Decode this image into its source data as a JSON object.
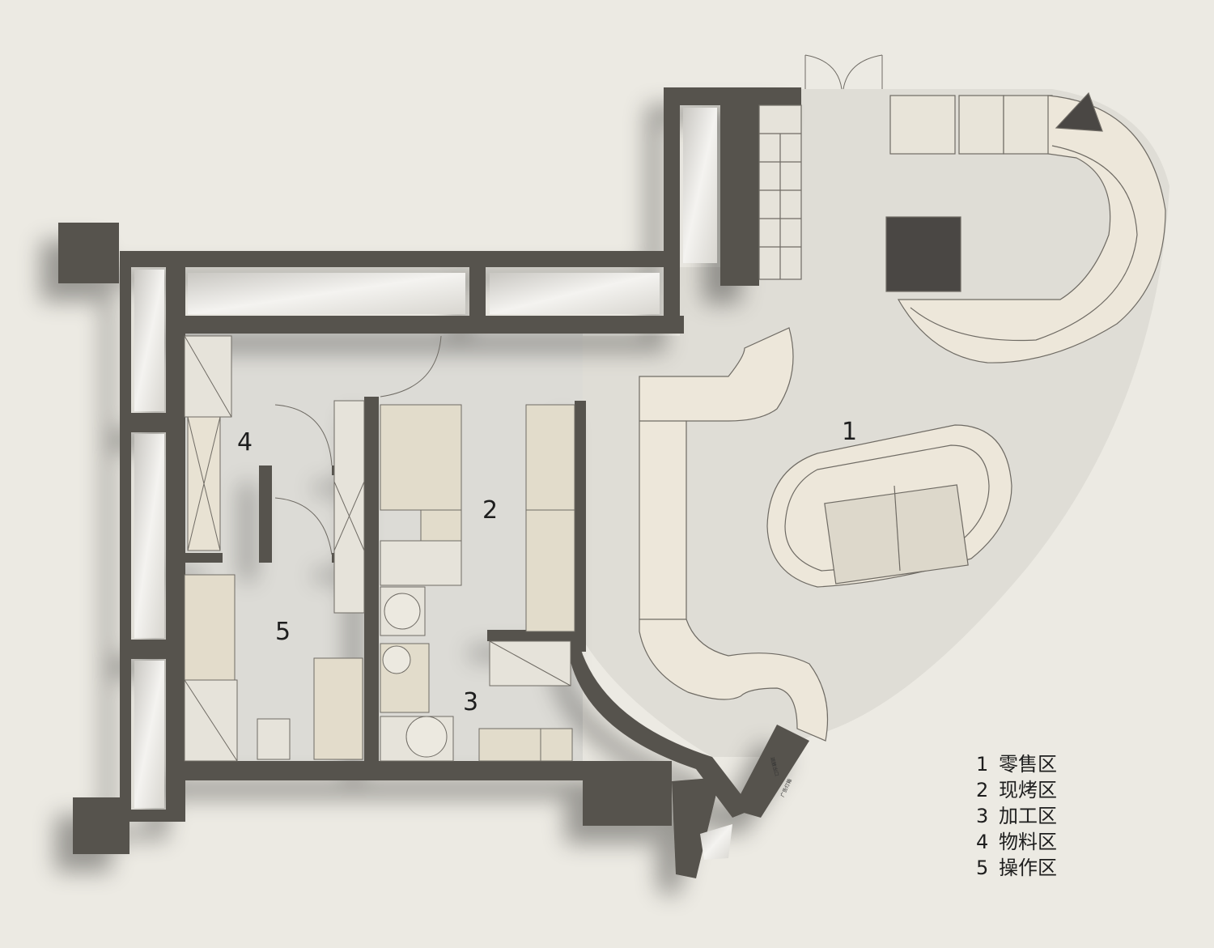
{
  "zones": [
    {
      "id": "1",
      "name": "零售区"
    },
    {
      "id": "2",
      "name": "现烤区"
    },
    {
      "id": "3",
      "name": "加工区"
    },
    {
      "id": "4",
      "name": "物料区"
    },
    {
      "id": "5",
      "name": "操作区"
    }
  ],
  "small_labels": {
    "entry_a": "疏散出口",
    "entry_b": "广告灯箱"
  },
  "colors": {
    "background": "#eceae3",
    "wall": "#57534e",
    "floor": "#dedcd5",
    "counter": "#ede7da",
    "fixture": "#e2dccb",
    "dark_block": "#4a4744"
  }
}
